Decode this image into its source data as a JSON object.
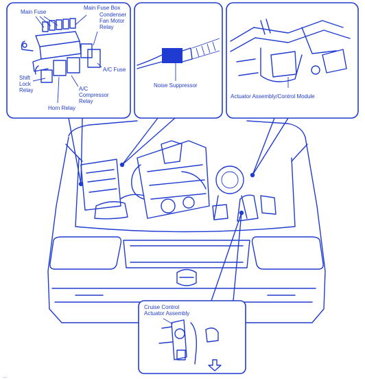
{
  "colors": {
    "line": "#1f3bd1",
    "background": "#ffffff"
  },
  "panels": {
    "fuse_box": {
      "labels": {
        "main_fuse": "Main Fuse",
        "main_fuse_box": "Main Fuse Box",
        "condenser_1": "Condenser",
        "condenser_2": "Fan Motor",
        "condenser_3": "Relay",
        "ac_fuse": "A/C Fuse",
        "shift_1": "Shift",
        "shift_2": "Lock",
        "shift_3": "Relay",
        "acc_1": "A/C",
        "acc_2": "Compressor",
        "acc_3": "Relay",
        "horn_relay": "Horn Relay"
      }
    },
    "noise": {
      "label": "Noise Suppressor"
    },
    "actuator": {
      "label": "Actuator Assembly/Control Module"
    },
    "cruise": {
      "label_1": "Cruise Control",
      "label_2": "Actuator Assembly"
    }
  },
  "footer": {
    "code": "....."
  }
}
